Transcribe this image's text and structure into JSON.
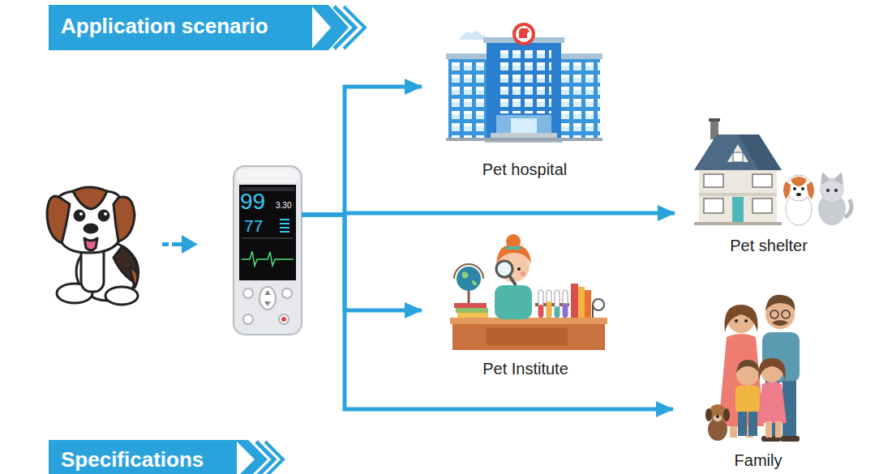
{
  "diagram": {
    "title": "Application scenario",
    "nodes": [
      {
        "text": [
          "99",
          "77",
          "3.30"
        ]
      },
      {
        "text": [
          "Pet hospital"
        ]
      },
      {
        "text": [
          "Pet shelter"
        ]
      },
      {
        "text": [
          "Pet Institute"
        ]
      },
      {
        "text": [
          "Family"
        ]
      }
    ],
    "edges": [
      {
        "from": 0,
        "to": 1,
        "arrow": "to"
      },
      {
        "from": 0,
        "to": 2,
        "arrow": "to"
      },
      {
        "from": 0,
        "to": 3,
        "arrow": "to"
      },
      {
        "from": 0,
        "to": 4,
        "arrow": "to"
      }
    ],
    "labels": [
      "Specifications"
    ]
  }
}
